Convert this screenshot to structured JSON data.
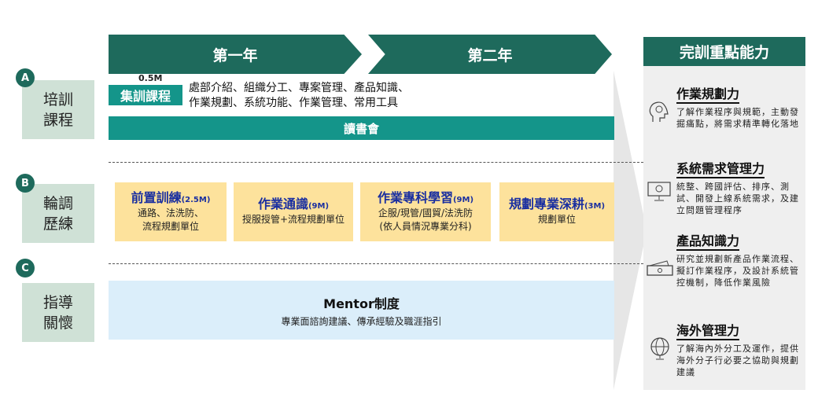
{
  "timeline": {
    "year1": "第一年",
    "year2": "第二年"
  },
  "panel": {
    "title": "完訓重點能力",
    "skills": [
      {
        "title": "作業規劃力",
        "desc": "了解作業程序與規範，主動發掘痛點，將需求精準轉化落地",
        "icon": "head-lightbulb-icon"
      },
      {
        "title": "系統需求管理力",
        "desc": "統整、跨國評估、排序、測試、開發上線系統需求，及建立問題管理程序",
        "icon": "monitor-icon"
      },
      {
        "title": "產品知識力",
        "desc": "研究並規劃新產品作業流程、擬訂作業程序，及設計系統管控機制，降低作業風險",
        "icon": "money-icon"
      },
      {
        "title": "海外管理力",
        "desc": "了解海內外分工及運作，提供海外分子行必要之協助與規劃建議",
        "icon": "globe-icon"
      }
    ]
  },
  "sections": [
    {
      "letter": "A",
      "label": "培訓\n課程"
    },
    {
      "letter": "B",
      "label": "輪調\n歷練"
    },
    {
      "letter": "C",
      "label": "指導\n關懷"
    }
  ],
  "training": {
    "duration": "0.5M",
    "course_label": "集訓課程",
    "course_line1": "處部介紹、組織分工、專案管理、產品知識、",
    "course_line2": "作業規劃、系統功能、作業管理、常用工具",
    "reading": "讀書會"
  },
  "rotation": [
    {
      "title": "前置訓練",
      "dur": "(2.5M)",
      "l1": "通路、法洗防、",
      "l2": "流程規劃單位"
    },
    {
      "title": "作業通識",
      "dur": "(9M)",
      "l1": "授服授管+流程規劃單位",
      "l2": ""
    },
    {
      "title": "作業專科學習",
      "dur": "(9M)",
      "l1": "企服/現管/國貿/法洗防",
      "l2": "(依人員情況專業分科)"
    },
    {
      "title": "規劃專業深耕",
      "dur": "(3M)",
      "l1": "規劃單位",
      "l2": ""
    }
  ],
  "mentor": {
    "title": "Mentor制度",
    "desc": "專業面諮詢建議、傳承經驗及職涯指引"
  },
  "colors": {
    "dark": "#1e6a5c",
    "teal": "#14958a",
    "yellow": "#fde29c",
    "blue": "#dbeefa"
  }
}
